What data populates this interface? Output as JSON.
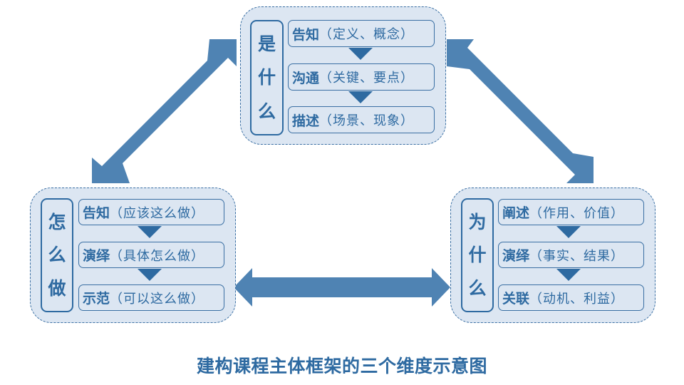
{
  "colors": {
    "arrow": "#4f83b3",
    "accent": "#2e6aa1",
    "box_fill": "#dce6f2"
  },
  "groups": {
    "what": {
      "label": [
        "是",
        "什",
        "么"
      ],
      "items": [
        {
          "key": "告知",
          "desc": "（定义、概念）"
        },
        {
          "key": "沟通",
          "desc": "（关键、要点）"
        },
        {
          "key": "描述",
          "desc": "（场景、现象）"
        }
      ]
    },
    "how": {
      "label": [
        "怎",
        "么",
        "做"
      ],
      "items": [
        {
          "key": "告知",
          "desc": "（应该这么做）"
        },
        {
          "key": "演绎",
          "desc": "（具体怎么做）"
        },
        {
          "key": "示范",
          "desc": "（可以这么做）"
        }
      ]
    },
    "why": {
      "label": [
        "为",
        "什",
        "么"
      ],
      "items": [
        {
          "key": "阐述",
          "desc": "（作用、价值）"
        },
        {
          "key": "演绎",
          "desc": "（事实、结果）"
        },
        {
          "key": "关联",
          "desc": "（动机、利益）"
        }
      ]
    }
  },
  "caption": "建构课程主体框架的三个维度示意图"
}
